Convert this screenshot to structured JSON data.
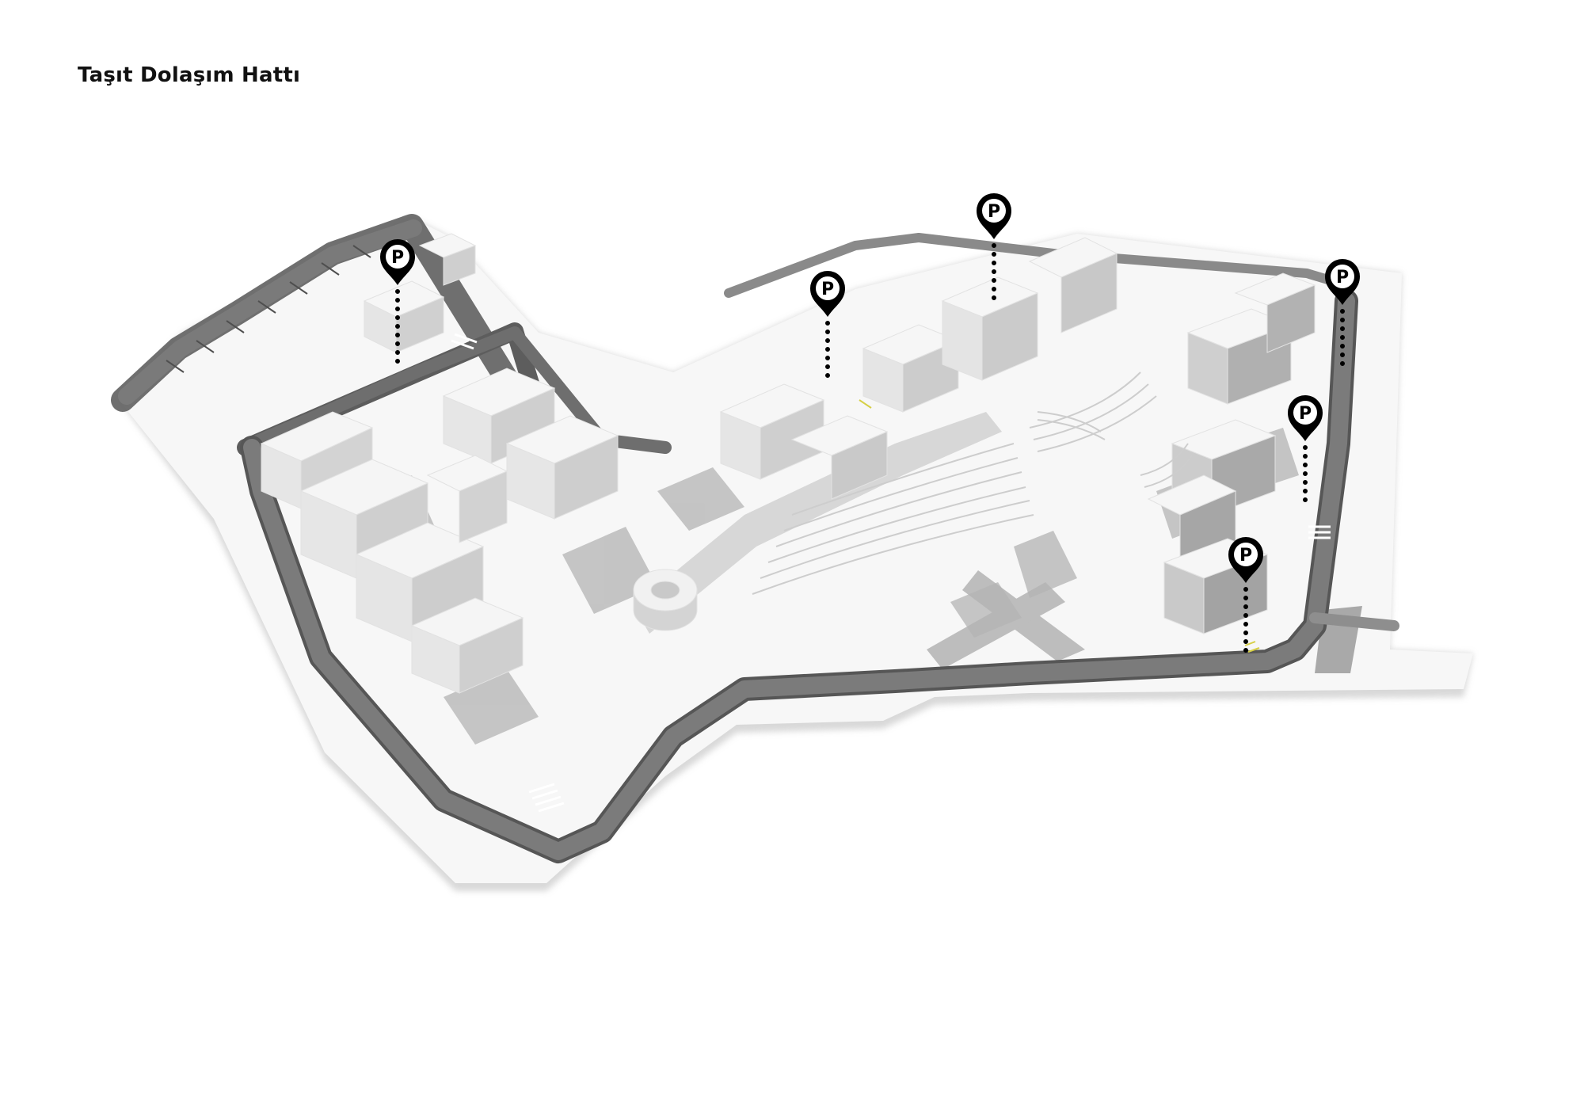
{
  "title": "Taşıt Dolaşım Hattı",
  "colors": {
    "road": "#6d6d6d",
    "road_edge": "#575757",
    "ground": "#f7f7f7",
    "building_top": "#f3f3f3",
    "building_side": "#d2d2d2",
    "building_shadow": "#b5b5b5",
    "dark_block": "#a3a3a3",
    "marker": "#000000",
    "marking": "#d6cf45"
  },
  "icons": {
    "parking": "parking-pin-icon",
    "road": "vehicle-route-line",
    "crossing": "pedestrian-crossing-stripes"
  },
  "parking_markers": [
    {
      "id": "p1",
      "label": "P"
    },
    {
      "id": "p2",
      "label": "P"
    },
    {
      "id": "p3",
      "label": "P"
    },
    {
      "id": "p4",
      "label": "P"
    },
    {
      "id": "p5",
      "label": "P"
    },
    {
      "id": "p6",
      "label": "P"
    }
  ]
}
